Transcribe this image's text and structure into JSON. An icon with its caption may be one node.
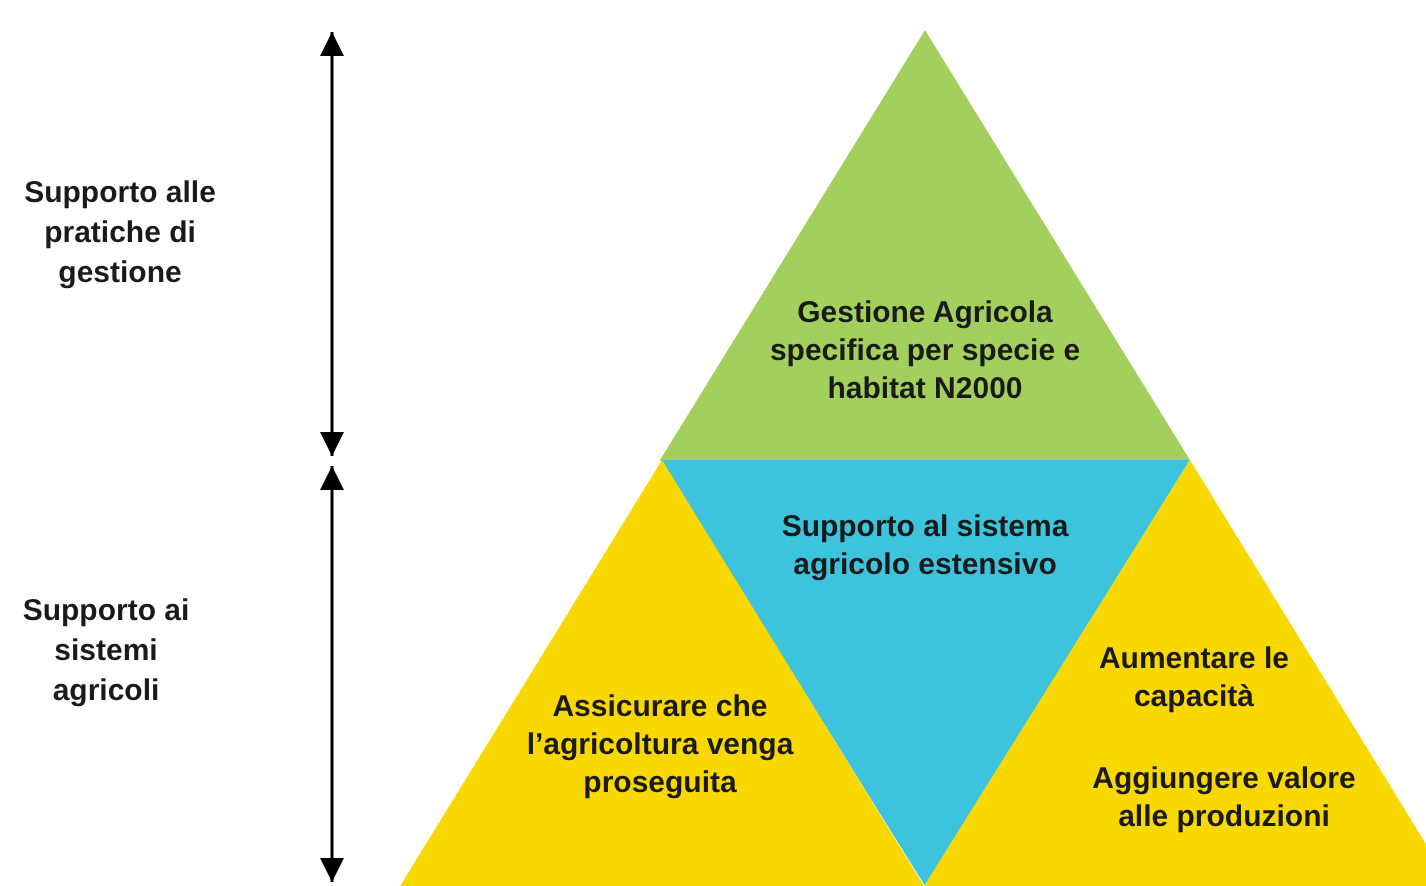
{
  "diagram": {
    "nodes": [
      {
        "text": [
          "Gestione Agricola specifica per specie e habitat N2000"
        ]
      },
      {
        "text": [
          "Supporto al sistema agricolo estensivo"
        ]
      },
      {
        "text": [
          "Assicurare che l’agricoltura venga proseguita"
        ]
      },
      {
        "text": [
          "Aumentare le capacità",
          "Aggiungere valore alle produzioni"
        ]
      }
    ],
    "edges": [],
    "labels": [
      "Supporto alle pratiche di gestione",
      "Supporto ai sistemi agricoli"
    ]
  }
}
